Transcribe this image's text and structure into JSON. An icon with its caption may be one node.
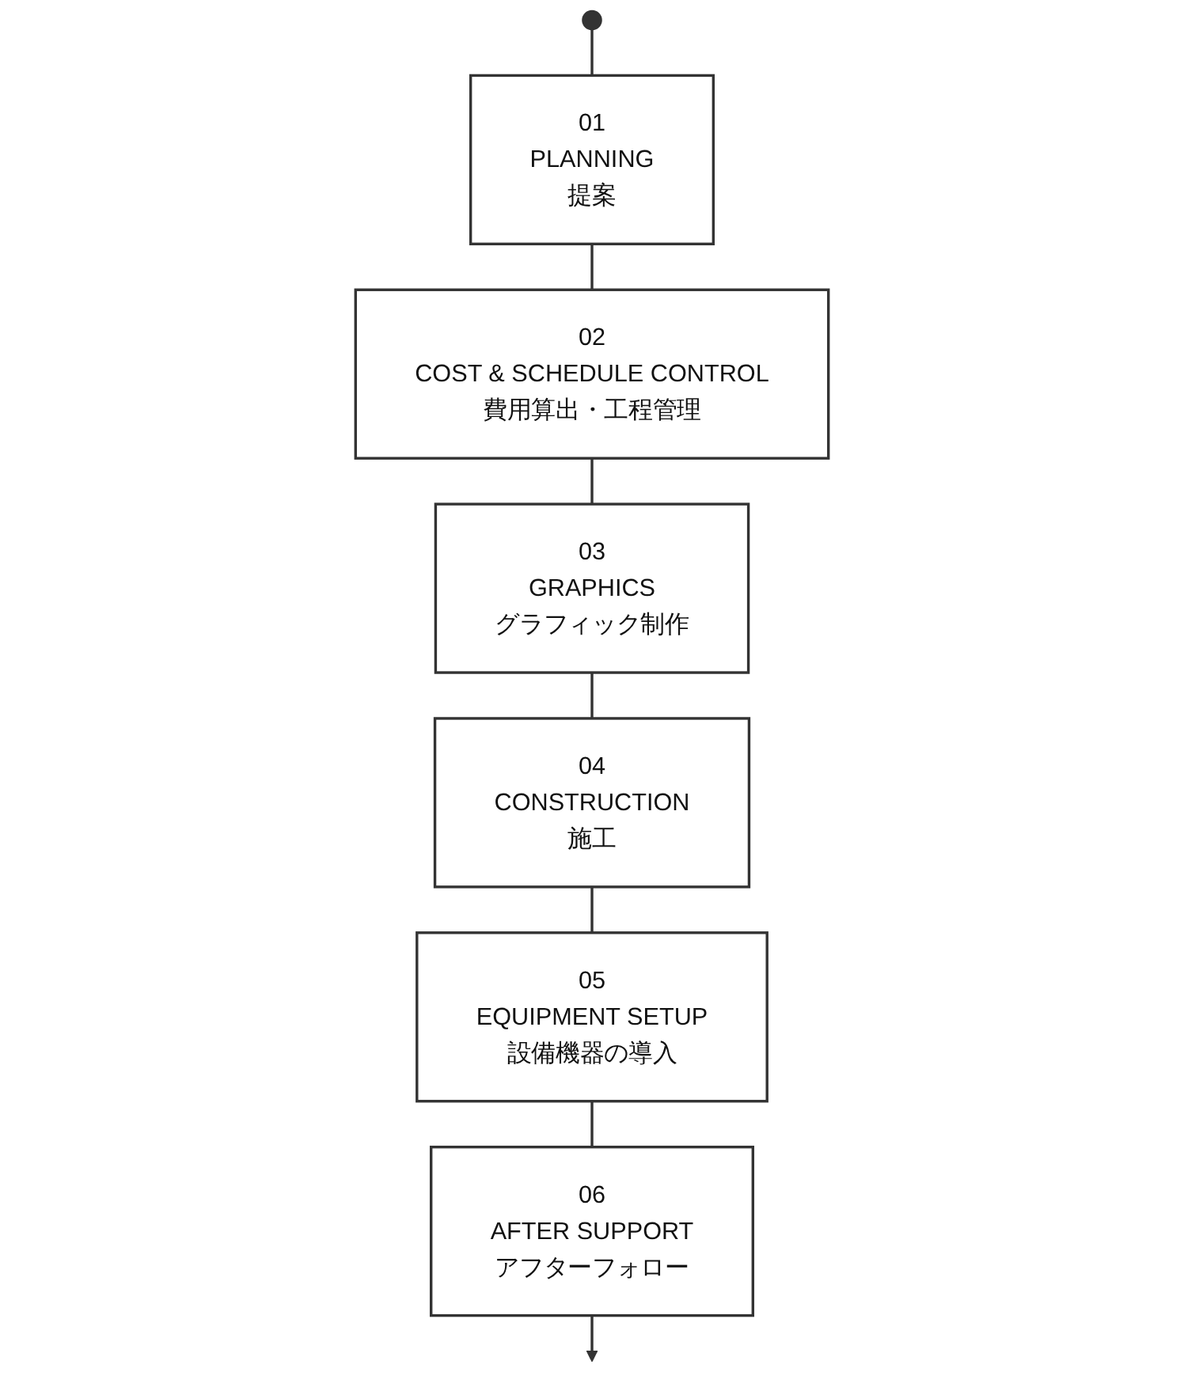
{
  "diagram": {
    "nodes": [
      {
        "text": [],
        "shape": "circle"
      },
      {
        "text": [
          "01",
          "PLANNING",
          "提案"
        ]
      },
      {
        "text": [
          "02",
          "COST & SCHEDULE CONTROL",
          "費用算出・工程管理"
        ]
      },
      {
        "text": [
          "03",
          "GRAPHICS",
          "グラフィック制作"
        ]
      },
      {
        "text": [
          "04",
          "CONSTRUCTION",
          "施工"
        ]
      },
      {
        "text": [
          "05",
          "EQUIPMENT SETUP",
          "設備機器の導入"
        ]
      },
      {
        "text": [
          "06",
          "AFTER SUPPORT",
          "アフターフォロー"
        ]
      }
    ],
    "edges": [
      {
        "from": 0,
        "to": 1,
        "arrow": "none"
      },
      {
        "from": 1,
        "to": 2,
        "arrow": "none"
      },
      {
        "from": 2,
        "to": 3,
        "arrow": "none"
      },
      {
        "from": 3,
        "to": 4,
        "arrow": "none"
      },
      {
        "from": 4,
        "to": 5,
        "arrow": "none"
      },
      {
        "from": 5,
        "to": 6,
        "arrow": "none"
      },
      {
        "from": 6,
        "to": null,
        "arrow": "to"
      }
    ]
  }
}
